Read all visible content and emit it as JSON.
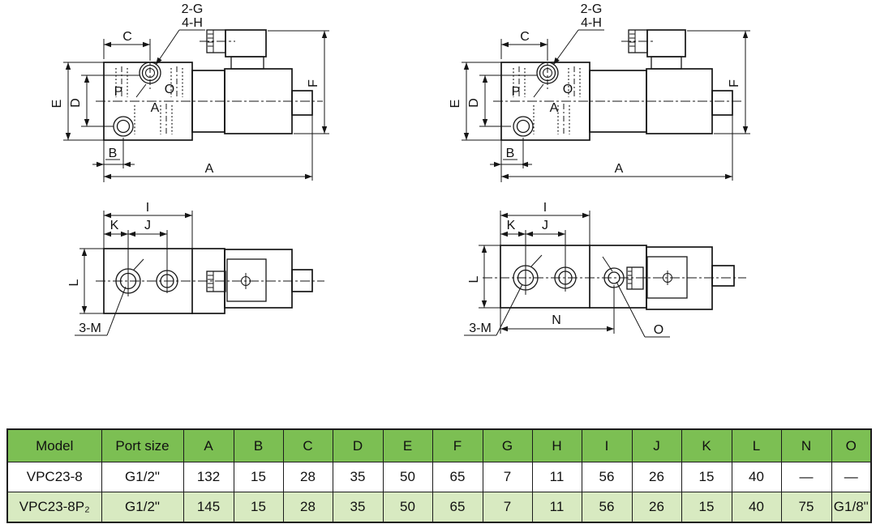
{
  "drawings": {
    "labels": {
      "g2": "2-G",
      "h4": "4-H",
      "c": "C",
      "e": "E",
      "d": "D",
      "b": "B",
      "a": "A",
      "f": "F",
      "p": "P",
      "o": "O",
      "i": "I",
      "k": "K",
      "j": "J",
      "l": "L",
      "n": "N",
      "m3": "3-M"
    }
  },
  "table": {
    "columns": [
      "Model",
      "Port size",
      "A",
      "B",
      "C",
      "D",
      "E",
      "F",
      "G",
      "H",
      "I",
      "J",
      "K",
      "L",
      "N",
      "O"
    ],
    "rows": [
      [
        "VPC23-8",
        "G1/2\"",
        "132",
        "15",
        "28",
        "35",
        "50",
        "65",
        "7",
        "11",
        "56",
        "26",
        "15",
        "40",
        "—",
        "—"
      ],
      [
        "VPC23-8P₂",
        "G1/2\"",
        "145",
        "15",
        "28",
        "35",
        "50",
        "65",
        "7",
        "11",
        "56",
        "26",
        "15",
        "40",
        "75",
        "G1/8\""
      ]
    ]
  },
  "colors": {
    "header_green": "#7cbf53",
    "row_light_green": "#d8eac1",
    "row_white": "#ffffff",
    "line_black": "#161616"
  }
}
